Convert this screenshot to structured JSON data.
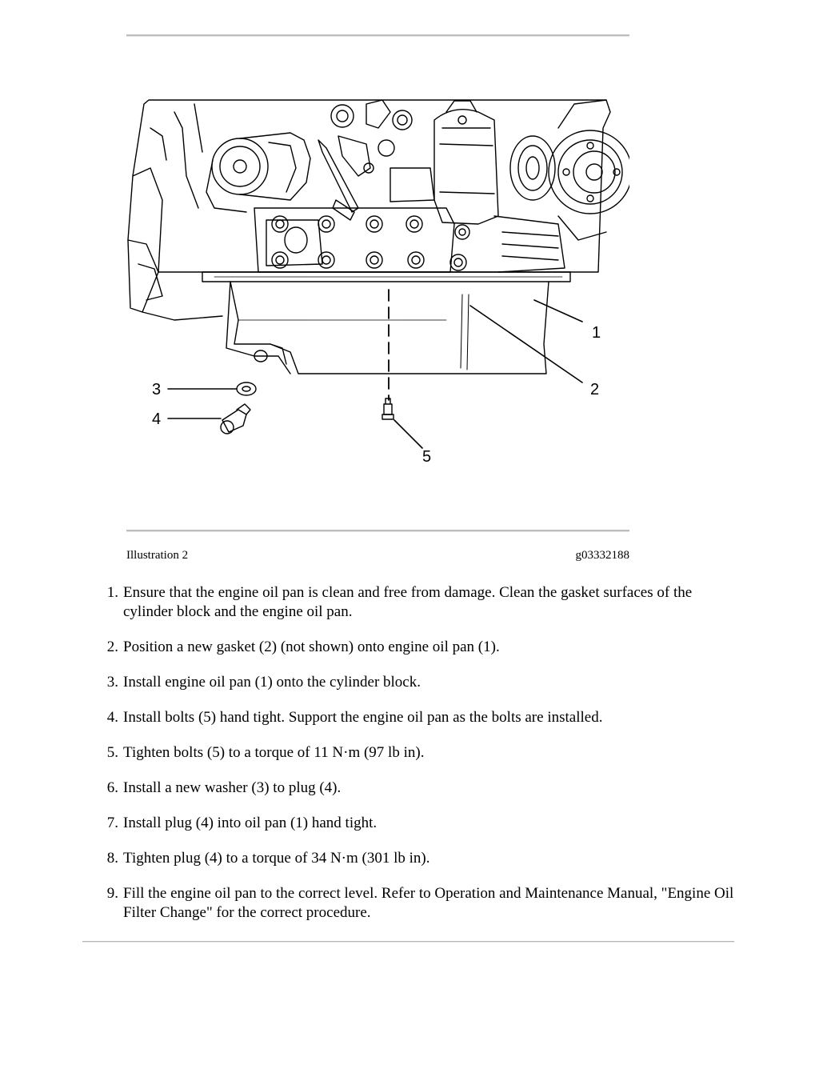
{
  "figure": {
    "callouts": [
      "1",
      "2",
      "3",
      "4",
      "5"
    ],
    "caption_label": "Illustration 2",
    "caption_id": "g03332188"
  },
  "steps": [
    {
      "num": "1.",
      "text": "Ensure that the engine oil pan is clean and free from damage. Clean the gasket surfaces of the cylinder block and the engine oil pan."
    },
    {
      "num": "2.",
      "text": "Position a new gasket (2) (not shown) onto engine oil pan (1)."
    },
    {
      "num": "3.",
      "text": "Install engine oil pan (1) onto the cylinder block."
    },
    {
      "num": "4.",
      "text": "Install bolts (5) hand tight. Support the engine oil pan as the bolts are installed."
    },
    {
      "num": "5.",
      "text": "Tighten bolts (5) to a torque of 11 N·m (97 lb in)."
    },
    {
      "num": "6.",
      "text": "Install a new washer (3) to plug (4)."
    },
    {
      "num": "7.",
      "text": "Install plug (4) into oil pan (1) hand tight."
    },
    {
      "num": "8.",
      "text": "Tighten plug (4) to a torque of 34 N·m (301 lb in)."
    },
    {
      "num": "9.",
      "text": "Fill the engine oil pan to the correct level. Refer to Operation and Maintenance Manual, \"Engine Oil Filter Change\" for the correct procedure."
    }
  ]
}
